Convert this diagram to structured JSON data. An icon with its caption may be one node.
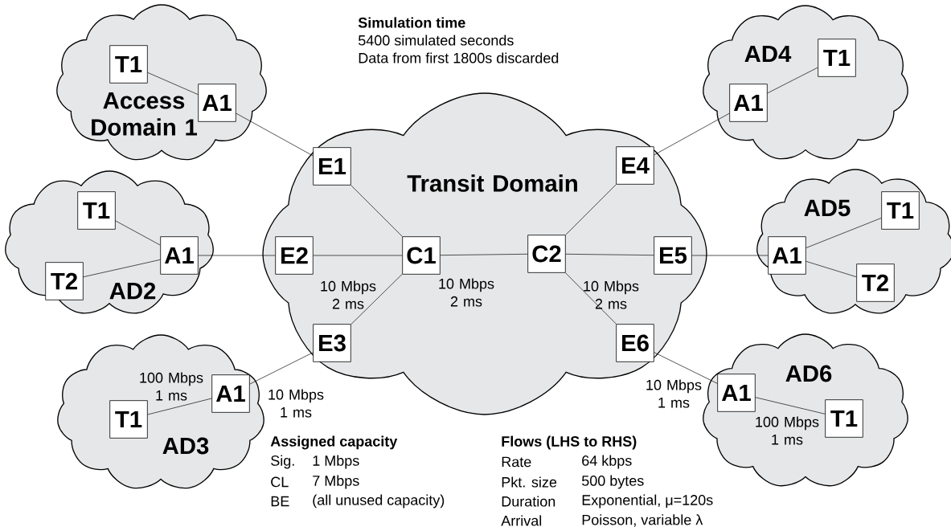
{
  "diagram": {
    "nodes": [
      {
        "text": [
          "Access Domain 1"
        ]
      },
      {
        "text": [
          "T1"
        ],
        "in": 0
      },
      {
        "text": [
          "A1"
        ],
        "in": 0
      },
      {
        "text": [
          "AD2"
        ]
      },
      {
        "text": [
          "T1"
        ],
        "in": 3
      },
      {
        "text": [
          "T2"
        ],
        "in": 3
      },
      {
        "text": [
          "A1"
        ],
        "in": 3
      },
      {
        "text": [
          "AD3"
        ]
      },
      {
        "text": [
          "A1"
        ],
        "in": 7
      },
      {
        "text": [
          "T1"
        ],
        "in": 7
      },
      {
        "text": [
          "Transit Domain"
        ]
      },
      {
        "text": [
          "E1"
        ],
        "in": 10
      },
      {
        "text": [
          "E2"
        ],
        "in": 10
      },
      {
        "text": [
          "E3"
        ],
        "in": 10
      },
      {
        "text": [
          "E4"
        ],
        "in": 10
      },
      {
        "text": [
          "E5"
        ],
        "in": 10
      },
      {
        "text": [
          "E6"
        ],
        "in": 10
      },
      {
        "text": [
          "C1"
        ],
        "in": 10
      },
      {
        "text": [
          "C2"
        ],
        "in": 10
      },
      {
        "text": [
          "AD4"
        ]
      },
      {
        "text": [
          "T1"
        ],
        "in": 19
      },
      {
        "text": [
          "A1"
        ],
        "in": 19
      },
      {
        "text": [
          "AD5"
        ]
      },
      {
        "text": [
          "T1"
        ],
        "in": 22
      },
      {
        "text": [
          "A1"
        ],
        "in": 22
      },
      {
        "text": [
          "T2"
        ],
        "in": 22
      },
      {
        "text": [
          "AD6"
        ]
      },
      {
        "text": [
          "A1"
        ],
        "in": 26
      },
      {
        "text": [
          "T1"
        ],
        "in": 26
      }
    ],
    "edges": [
      {
        "from": 1,
        "to": 2,
        "arrow": "none"
      },
      {
        "from": 2,
        "to": 11,
        "arrow": "none"
      },
      {
        "from": 4,
        "to": 6,
        "arrow": "none"
      },
      {
        "from": 5,
        "to": 6,
        "arrow": "none"
      },
      {
        "from": 6,
        "to": 12,
        "arrow": "none"
      },
      {
        "from": 9,
        "to": 8,
        "arrow": "none",
        "label": "100 Mbps 1 ms"
      },
      {
        "from": 8,
        "to": 13,
        "arrow": "none",
        "label": "10 Mbps 1 ms"
      },
      {
        "from": 11,
        "to": 17,
        "arrow": "none"
      },
      {
        "from": 12,
        "to": 17,
        "arrow": "none"
      },
      {
        "from": 17,
        "to": 13,
        "arrow": "none",
        "label": "10 Mbps 2 ms"
      },
      {
        "from": 17,
        "to": 18,
        "arrow": "none",
        "label": "10 Mbps 2 ms"
      },
      {
        "from": 18,
        "to": 14,
        "arrow": "none"
      },
      {
        "from": 18,
        "to": 15,
        "arrow": "none"
      },
      {
        "from": 18,
        "to": 16,
        "arrow": "none",
        "label": "10 Mbps 2 ms"
      },
      {
        "from": 14,
        "to": 21,
        "arrow": "none"
      },
      {
        "from": 21,
        "to": 20,
        "arrow": "none"
      },
      {
        "from": 15,
        "to": 24,
        "arrow": "none"
      },
      {
        "from": 24,
        "to": 23,
        "arrow": "none"
      },
      {
        "from": 24,
        "to": 25,
        "arrow": "none"
      },
      {
        "from": 16,
        "to": 27,
        "arrow": "none",
        "label": "10 Mbps 1 ms"
      },
      {
        "from": 27,
        "to": 28,
        "arrow": "none",
        "label": "100 Mbps 1 ms"
      }
    ],
    "labels": [
      "Simulation time",
      "5400 simulated seconds",
      "Data from first 1800s discarded",
      "Assigned capacity",
      "Sig.",
      "1 Mbps",
      "CL",
      "7 Mbps",
      "BE",
      "(all unused capacity)",
      "Flows (LHS to RHS)",
      "Rate",
      "64 kbps",
      "Pkt. size",
      "500 bytes",
      "Duration",
      "Exponential,  μ=120s",
      "Arrival",
      "Poisson, variable λ"
    ]
  }
}
